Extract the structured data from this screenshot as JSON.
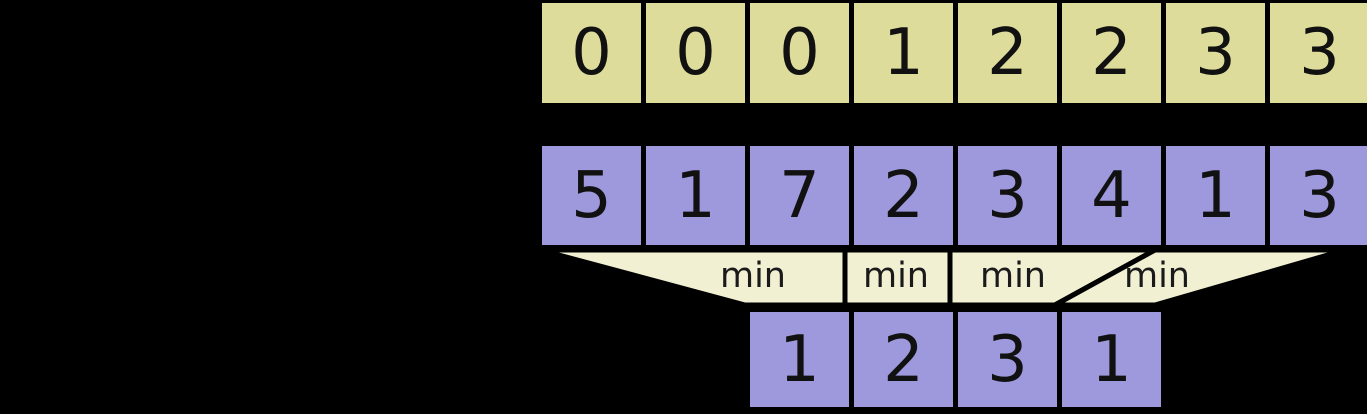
{
  "rows": {
    "top": {
      "values": [
        "0",
        "0",
        "0",
        "1",
        "2",
        "2",
        "3",
        "3"
      ],
      "fill": "#dedc9b"
    },
    "middle": {
      "values": [
        "5",
        "1",
        "7",
        "2",
        "3",
        "4",
        "1",
        "3"
      ],
      "fill": "#9e99dc"
    },
    "bottom": {
      "values": [
        "1",
        "2",
        "3",
        "1"
      ],
      "fill": "#9e99dc"
    }
  },
  "min_band": {
    "labels": [
      "min",
      "min",
      "min",
      "min"
    ],
    "fill": "#f1f0d3"
  },
  "colors": {
    "background": "#000000",
    "border": "#000000",
    "digit_text": "#111111",
    "label_text": "#1a1a1a"
  }
}
